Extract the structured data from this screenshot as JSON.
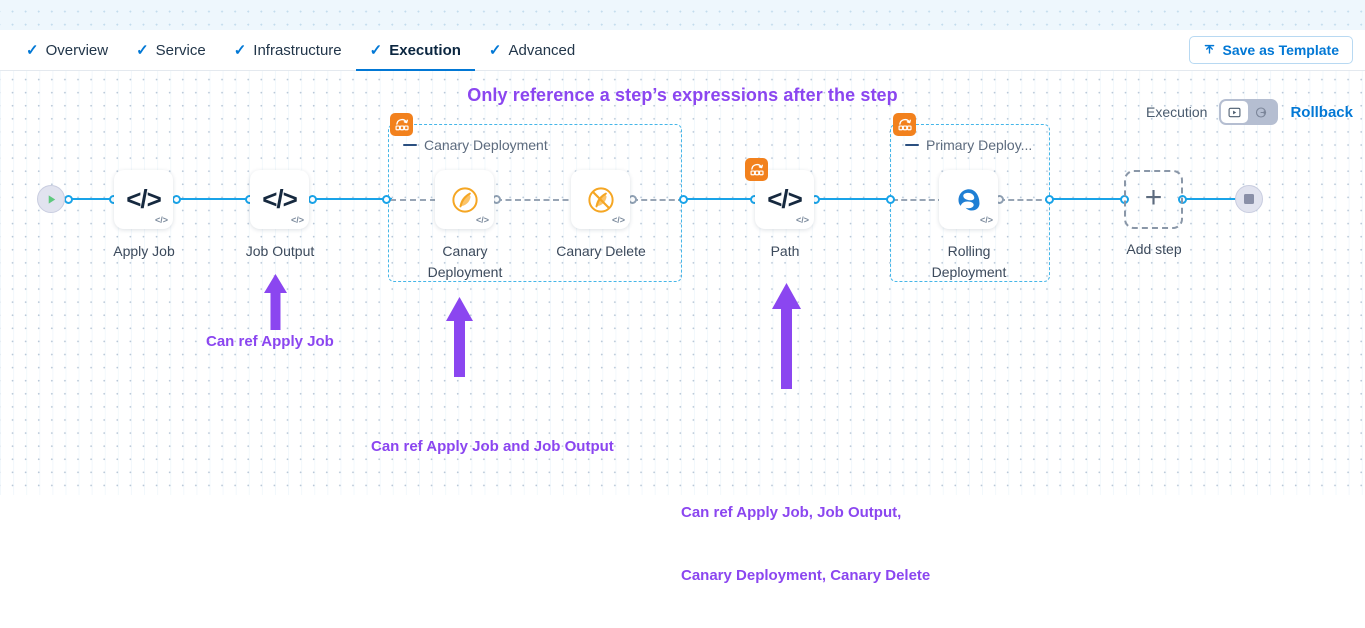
{
  "tabs": [
    {
      "label": "Overview",
      "active": false,
      "icon": "check-icon"
    },
    {
      "label": "Service",
      "active": false,
      "icon": "check-icon"
    },
    {
      "label": "Infrastructure",
      "active": false,
      "icon": "check-icon"
    },
    {
      "label": "Execution",
      "active": true,
      "icon": "check-icon"
    },
    {
      "label": "Advanced",
      "active": false,
      "icon": "check-icon"
    }
  ],
  "toolbar": {
    "save_template_label": "Save as Template",
    "save_template_icon": "upload-icon"
  },
  "headline": "Only reference a step’s expressions after the step",
  "exec_toggle": {
    "execution_label": "Execution",
    "rollback_label": "Rollback",
    "selected": "execution",
    "execution_icon": "execution-box-icon",
    "rollback_icon": "rollback-arrow-icon"
  },
  "groups": [
    {
      "title": "Canary Deployment",
      "badge_icon": "step-group-icon"
    },
    {
      "title": "Primary Deploy...",
      "badge_icon": "step-group-icon"
    }
  ],
  "nodes": [
    {
      "id": "start",
      "label": "",
      "icon": "play-icon",
      "type": "start"
    },
    {
      "id": "apply-job",
      "label": "Apply Job",
      "icon": "code-icon",
      "corner": "code-badge",
      "type": "step"
    },
    {
      "id": "job-output",
      "label": "Job Output",
      "icon": "code-icon",
      "corner": "code-badge",
      "type": "step"
    },
    {
      "id": "canary-deployment",
      "label": "Canary\nDeployment",
      "icon": "canary-icon",
      "corner": "code-badge",
      "type": "step"
    },
    {
      "id": "canary-delete",
      "label": "Canary Delete",
      "icon": "canary-delete-icon",
      "corner": "code-badge",
      "type": "step"
    },
    {
      "id": "path",
      "label": "Path",
      "icon": "code-icon",
      "corner": "code-badge",
      "badge_icon": "step-group-icon",
      "type": "step"
    },
    {
      "id": "rolling-deployment",
      "label": "Rolling\nDeployment",
      "icon": "rolling-deployment-icon",
      "corner": "code-badge",
      "type": "step"
    },
    {
      "id": "add-step",
      "label": "Add step",
      "icon": "plus-icon",
      "type": "add"
    },
    {
      "id": "end",
      "label": "",
      "icon": "stop-icon",
      "type": "end"
    }
  ],
  "node_labels": {
    "apply_job": "Apply Job",
    "job_output": "Job Output",
    "canary_deployment_l1": "Canary",
    "canary_deployment_l2": "Deployment",
    "canary_delete": "Canary Delete",
    "path": "Path",
    "rolling_deployment_l1": "Rolling",
    "rolling_deployment_l2": "Deployment",
    "add_step": "Add step"
  },
  "annotations": [
    {
      "id": "annot-1",
      "text": "Can ref Apply Job"
    },
    {
      "id": "annot-2",
      "text": "Can ref Apply Job and Job Output"
    },
    {
      "id": "annot-3-line1",
      "text": "Can ref Apply Job, Job Output,"
    },
    {
      "id": "annot-3-line2",
      "text": "Canary Deployment, Canary Delete"
    }
  ],
  "colors": {
    "accent_blue": "#0278d5",
    "connector_blue": "#19a3e8",
    "annotation_purple": "#8b46f0",
    "group_border": "#45b6e8",
    "badge_orange": "#f2811d"
  }
}
